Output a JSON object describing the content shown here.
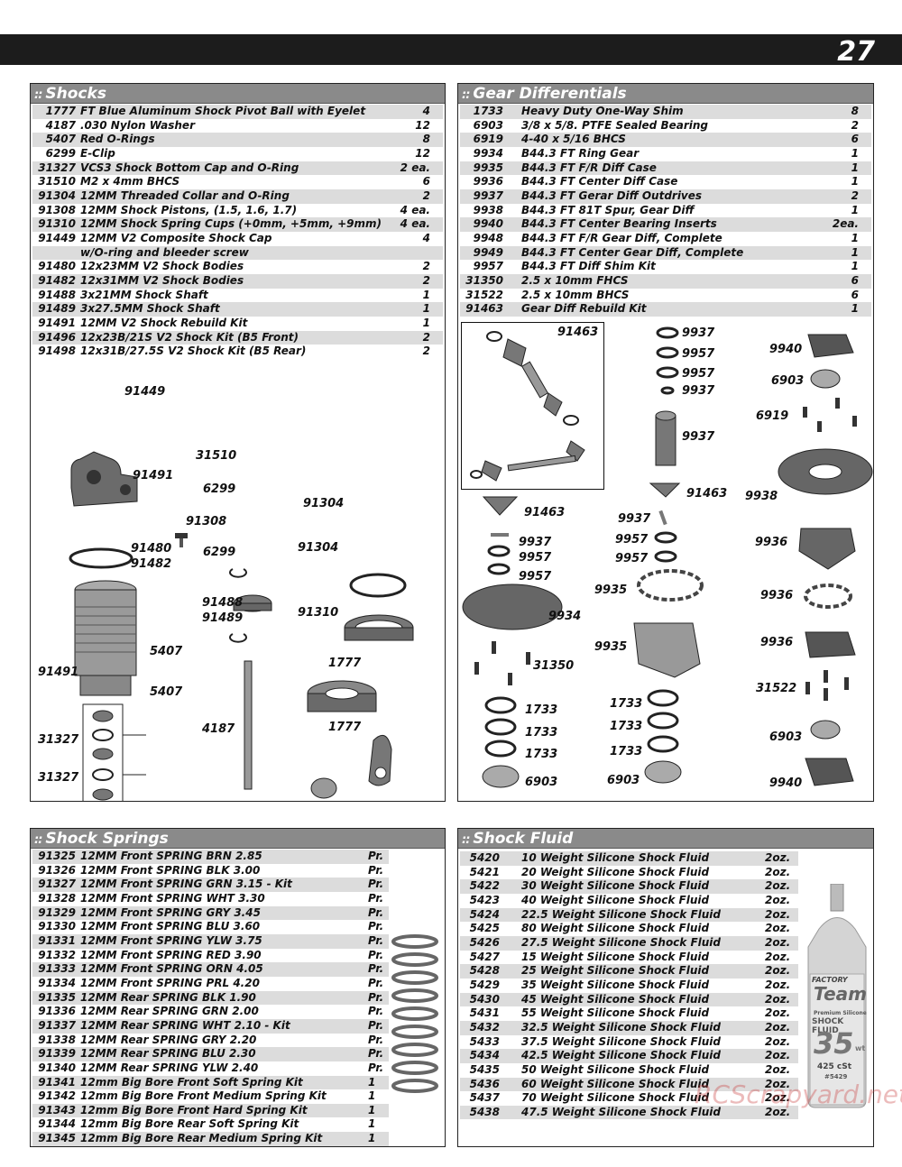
{
  "page_number": "27",
  "shocks": {
    "title": "Shocks",
    "rows": [
      {
        "num": "1777",
        "desc": "FT Blue Aluminum Shock Pivot Ball with Eyelet",
        "qty": "4"
      },
      {
        "num": "4187",
        "desc": ".030 Nylon Washer",
        "qty": "12"
      },
      {
        "num": "5407",
        "desc": "Red O-Rings",
        "qty": "8"
      },
      {
        "num": "6299",
        "desc": "E-Clip",
        "qty": "12"
      },
      {
        "num": "31327",
        "desc": "VCS3 Shock Bottom Cap and O-Ring",
        "qty": "2 ea."
      },
      {
        "num": "31510",
        "desc": "M2 x 4mm BHCS",
        "qty": "6"
      },
      {
        "num": "91304",
        "desc": "12MM Threaded Collar and O-Ring",
        "qty": "2"
      },
      {
        "num": "91308",
        "desc": "12MM Shock Pistons, (1.5, 1.6, 1.7)",
        "qty": "4 ea."
      },
      {
        "num": "91310",
        "desc": "12MM Shock Spring Cups (+0mm, +5mm, +9mm)",
        "qty": "4 ea."
      },
      {
        "num": "91449",
        "desc": "12MM V2 Composite Shock Cap",
        "qty": "4"
      },
      {
        "num": "",
        "desc": "w/O-ring and bleeder screw",
        "qty": ""
      },
      {
        "num": "91480",
        "desc": "12x23MM V2 Shock Bodies",
        "qty": "2"
      },
      {
        "num": "91482",
        "desc": "12x31MM V2 Shock Bodies",
        "qty": "2"
      },
      {
        "num": "91488",
        "desc": "3x21MM Shock Shaft",
        "qty": "1"
      },
      {
        "num": "91489",
        "desc": "3x27.5MM Shock Shaft",
        "qty": "1"
      },
      {
        "num": "91491",
        "desc": "12MM V2 Shock Rebuild Kit",
        "qty": "1"
      },
      {
        "num": "91496",
        "desc": "12x23B/21S V2 Shock Kit (B5 Front)",
        "qty": "2"
      },
      {
        "num": "91498",
        "desc": "12x31B/27.5S V2 Shock Kit (B5 Rear)",
        "qty": "2"
      }
    ],
    "labels": {
      "l91449": "91449",
      "l31510": "31510",
      "l91491a": "91491",
      "l6299a": "6299",
      "l91308": "91308",
      "l6299b": "6299",
      "l91304a": "91304",
      "l91304b": "91304",
      "l91480": "91480",
      "l91482": "91482",
      "l91488": "91488",
      "l91489": "91489",
      "l91310": "91310",
      "l5407a": "5407",
      "l5407b": "5407",
      "l91491b": "91491",
      "l1777a": "1777",
      "l1777b": "1777",
      "l4187": "4187",
      "l31327a": "31327",
      "l31327b": "31327"
    }
  },
  "gear_diffs": {
    "title": "Gear Differentials",
    "rows": [
      {
        "num": "1733",
        "desc": "Heavy Duty One-Way Shim",
        "qty": "8"
      },
      {
        "num": "6903",
        "desc": "3/8 x 5/8. PTFE Sealed Bearing",
        "qty": "2"
      },
      {
        "num": "6919",
        "desc": "4-40 x 5/16 BHCS",
        "qty": "6"
      },
      {
        "num": "9934",
        "desc": "B44.3 FT Ring Gear",
        "qty": "1"
      },
      {
        "num": "9935",
        "desc": "B44.3 FT F/R Diff Case",
        "qty": "1"
      },
      {
        "num": "9936",
        "desc": "B44.3 FT Center Diff Case",
        "qty": "1"
      },
      {
        "num": "9937",
        "desc": "B44.3 FT Gerar Diff Outdrives",
        "qty": "2"
      },
      {
        "num": "9938",
        "desc": "B44.3 FT 81T Spur, Gear Diff",
        "qty": "1"
      },
      {
        "num": "9940",
        "desc": "B44.3 FT Center Bearing Inserts",
        "qty": "2ea."
      },
      {
        "num": "9948",
        "desc": "B44.3 FT F/R Gear Diff, Complete",
        "qty": "1"
      },
      {
        "num": "9949",
        "desc": "B44.3 FT Center Gear Diff, Complete",
        "qty": "1"
      },
      {
        "num": "9957",
        "desc": "B44.3 FT Diff Shim Kit",
        "qty": "1"
      },
      {
        "num": "31350",
        "desc": "2.5 x 10mm FHCS",
        "qty": "6"
      },
      {
        "num": "31522",
        "desc": "2.5 x 10mm BHCS",
        "qty": "6"
      },
      {
        "num": "91463",
        "desc": "Gear Diff Rebuild Kit",
        "qty": "1"
      }
    ],
    "labels": {
      "g91463a": "91463",
      "g9937a": "9937",
      "g9957a": "9957",
      "g9957b": "9957",
      "g9937b": "9937",
      "g9937c": "9937",
      "g9940a": "9940",
      "g6903a": "6903",
      "g6919": "6919",
      "g9938": "9938",
      "g91463b": "91463",
      "g91463c": "91463",
      "g9937d": "9937",
      "g9937e": "9937",
      "g9957c": "9957",
      "g9957d": "9957",
      "g9957e": "9957",
      "g9936a": "9936",
      "g9935a": "9935",
      "g9934": "9934",
      "g9936b": "9936",
      "g9935b": "9935",
      "g9936c": "9936",
      "g31350": "31350",
      "g31522": "31522",
      "g1733a": "1733",
      "g1733b": "1733",
      "g1733c": "1733",
      "g1733d": "1733",
      "g1733e": "1733",
      "g1733f": "1733",
      "g6903b": "6903",
      "g6903c": "6903",
      "g6903d": "6903",
      "g9940b": "9940"
    }
  },
  "springs": {
    "title": "Shock Springs",
    "rows": [
      {
        "num": "91325",
        "desc": "12MM Front SPRING BRN 2.85",
        "qty": "Pr."
      },
      {
        "num": "91326",
        "desc": "12MM Front SPRING BLK 3.00",
        "qty": "Pr."
      },
      {
        "num": "91327",
        "desc": "12MM Front SPRING GRN 3.15 - Kit",
        "qty": "Pr."
      },
      {
        "num": "91328",
        "desc": "12MM Front SPRING WHT 3.30",
        "qty": "Pr."
      },
      {
        "num": "91329",
        "desc": "12MM Front SPRING GRY 3.45",
        "qty": "Pr."
      },
      {
        "num": "91330",
        "desc": "12MM Front SPRING BLU 3.60",
        "qty": "Pr."
      },
      {
        "num": "91331",
        "desc": "12MM Front SPRING YLW 3.75",
        "qty": "Pr."
      },
      {
        "num": "91332",
        "desc": "12MM Front SPRING RED 3.90",
        "qty": "Pr."
      },
      {
        "num": "91333",
        "desc": "12MM Front SPRING ORN 4.05",
        "qty": "Pr."
      },
      {
        "num": "91334",
        "desc": "12MM Front SPRING PRL 4.20",
        "qty": "Pr."
      },
      {
        "num": "91335",
        "desc": "12MM Rear SPRING BLK 1.90",
        "qty": "Pr."
      },
      {
        "num": "91336",
        "desc": "12MM Rear SPRING GRN 2.00",
        "qty": "Pr."
      },
      {
        "num": "91337",
        "desc": "12MM Rear SPRING WHT 2.10 - Kit",
        "qty": "Pr."
      },
      {
        "num": "91338",
        "desc": "12MM Rear SPRING GRY 2.20",
        "qty": "Pr."
      },
      {
        "num": "91339",
        "desc": "12MM Rear SPRING BLU 2.30",
        "qty": "Pr."
      },
      {
        "num": "91340",
        "desc": "12MM Rear SPRING YLW 2.40",
        "qty": "Pr."
      },
      {
        "num": "91341",
        "desc": "12mm Big Bore Front Soft Spring Kit",
        "qty": "1"
      },
      {
        "num": "91342",
        "desc": "12mm Big Bore Front Medium Spring Kit",
        "qty": "1"
      },
      {
        "num": "91343",
        "desc": "12mm Big Bore Front Hard Spring Kit",
        "qty": "1"
      },
      {
        "num": "91344",
        "desc": "12mm Big Bore Rear Soft Spring Kit",
        "qty": "1"
      },
      {
        "num": "91345",
        "desc": "12mm Big Bore Rear Medium Spring Kit",
        "qty": "1"
      }
    ]
  },
  "fluid": {
    "title": "Shock Fluid",
    "rows": [
      {
        "num": "5420",
        "desc": "10 Weight Silicone Shock Fluid",
        "qty": "2oz."
      },
      {
        "num": "5421",
        "desc": "20 Weight Silicone Shock Fluid",
        "qty": "2oz."
      },
      {
        "num": "5422",
        "desc": "30 Weight Silicone Shock Fluid",
        "qty": "2oz."
      },
      {
        "num": "5423",
        "desc": "40 Weight Silicone Shock Fluid",
        "qty": "2oz."
      },
      {
        "num": "5424",
        "desc": "22.5 Weight Silicone Shock Fluid",
        "qty": "2oz."
      },
      {
        "num": "5425",
        "desc": "80 Weight Silicone Shock Fluid",
        "qty": "2oz."
      },
      {
        "num": "5426",
        "desc": "27.5 Weight Silicone Shock Fluid",
        "qty": "2oz."
      },
      {
        "num": "5427",
        "desc": "15 Weight Silicone Shock Fluid",
        "qty": "2oz."
      },
      {
        "num": "5428",
        "desc": "25 Weight Silicone Shock Fluid",
        "qty": "2oz."
      },
      {
        "num": "5429",
        "desc": "35 Weight Silicone Shock Fluid",
        "qty": "2oz."
      },
      {
        "num": "5430",
        "desc": "45 Weight Silicone Shock Fluid",
        "qty": "2oz."
      },
      {
        "num": "5431",
        "desc": "55 Weight Silicone Shock Fluid",
        "qty": "2oz."
      },
      {
        "num": "5432",
        "desc": "32.5 Weight Silicone Shock Fluid",
        "qty": "2oz."
      },
      {
        "num": "5433",
        "desc": "37.5 Weight Silicone Shock Fluid",
        "qty": "2oz."
      },
      {
        "num": "5434",
        "desc": "42.5 Weight Silicone Shock Fluid",
        "qty": "2oz."
      },
      {
        "num": "5435",
        "desc": "50 Weight Silicone Shock Fluid",
        "qty": "2oz."
      },
      {
        "num": "5436",
        "desc": "60 Weight Silicone Shock Fluid",
        "qty": "2oz."
      },
      {
        "num": "5437",
        "desc": "70 Weight Silicone Shock Fluid",
        "qty": "2oz."
      },
      {
        "num": "5438",
        "desc": "47.5 Weight Silicone Shock Fluid",
        "qty": "2oz."
      }
    ],
    "bottle": {
      "brand_a": "FACTORY",
      "brand_b": "Team",
      "line1": "Premium Silicone",
      "line2": "SHOCK FLUID",
      "weight": "35",
      "weight_unit": "wt",
      "cst": "425 cSt",
      "part": "#5429"
    }
  },
  "watermark": "RCScrapyard.net"
}
